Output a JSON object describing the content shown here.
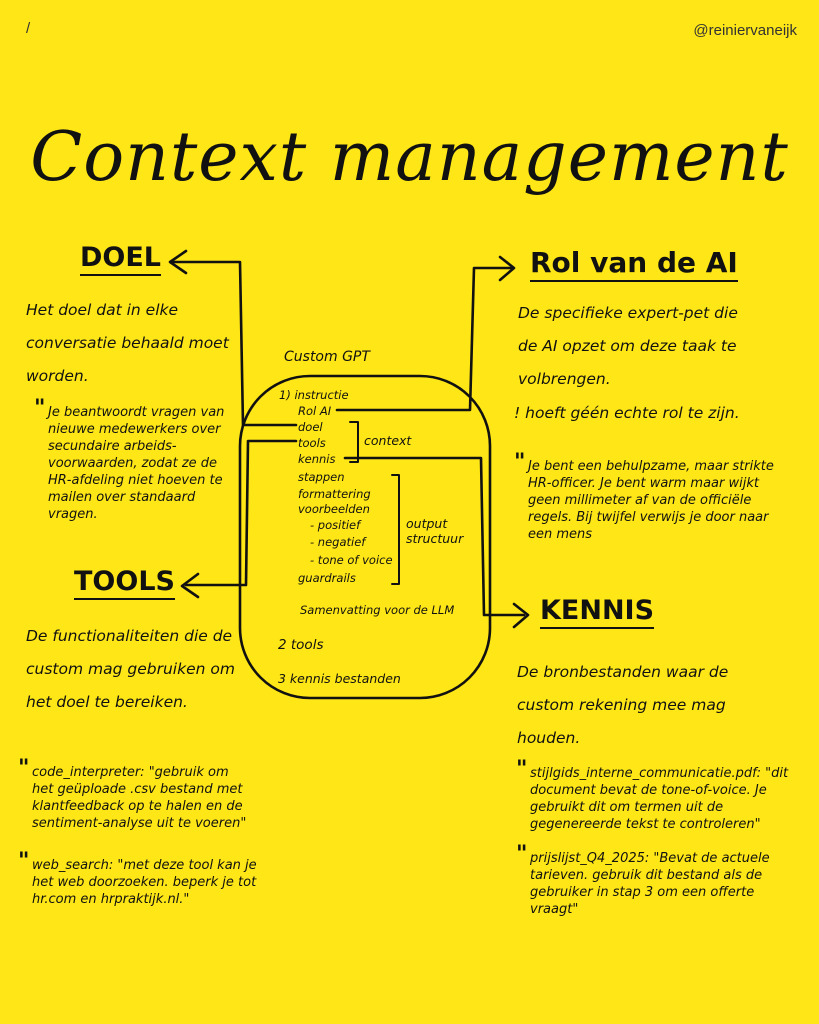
{
  "header": {
    "slash": "/",
    "handle": "@reiniervaneijk"
  },
  "title": "Context management",
  "doel": {
    "heading": "DOEL",
    "description": "Het doel dat in elke conversatie behaald moet worden.",
    "quote": "Je beantwoordt vragen van nieuwe medewerkers over secundaire arbeids-voorwaarden, zodat ze de HR-afdeling niet hoeven te mailen over standaard vragen."
  },
  "rol": {
    "heading": "Rol van de AI",
    "description": "De specifieke expert-pet die de AI opzet om deze taak te volbrengen.",
    "note": "! hoeft géén echte rol te zijn.",
    "quote": "Je bent een behulpzame, maar strikte HR-officer. Je bent warm maar wijkt geen millimeter af van de officiële regels. Bij twijfel verwijs je door naar een mens"
  },
  "tools": {
    "heading": "TOOLS",
    "description": "De functionaliteiten die de custom mag gebruiken om het doel te bereiken.",
    "quotes": [
      "code_interpreter: \"gebruik om het geüploade .csv bestand met klantfeedback op te halen en de sentiment-analyse uit te voeren\"",
      "web_search: \"met deze tool kan je het web doorzoeken. beperk je tot hr.com en hrpraktijk.nl.\""
    ]
  },
  "kennis": {
    "heading": "KENNIS",
    "description": "De bronbestanden waar de custom rekening mee mag houden.",
    "quotes": [
      "stijlgids_interne_communicatie.pdf: \"dit document bevat de tone-of-voice. Je gebruikt dit om termen uit de gegenereerde tekst te controleren\"",
      "prijslijst_Q4_2025: \"Bevat de actuele tarieven. gebruik dit bestand als de gebruiker in stap 3 om een offerte vraagt\""
    ]
  },
  "custom_gpt": {
    "title": "Custom GPT",
    "items": [
      "1) instructie",
      "Rol AI",
      "doel",
      "tools",
      "kennis",
      "stappen",
      "formattering",
      "voorbeelden",
      "- positief",
      "- negatief",
      "- tone of voice",
      "guardrails",
      "Samenvatting voor de LLM",
      "2 tools",
      "3 kennis bestanden"
    ],
    "context_label": "context",
    "output_label_1": "output",
    "output_label_2": "structuur"
  }
}
